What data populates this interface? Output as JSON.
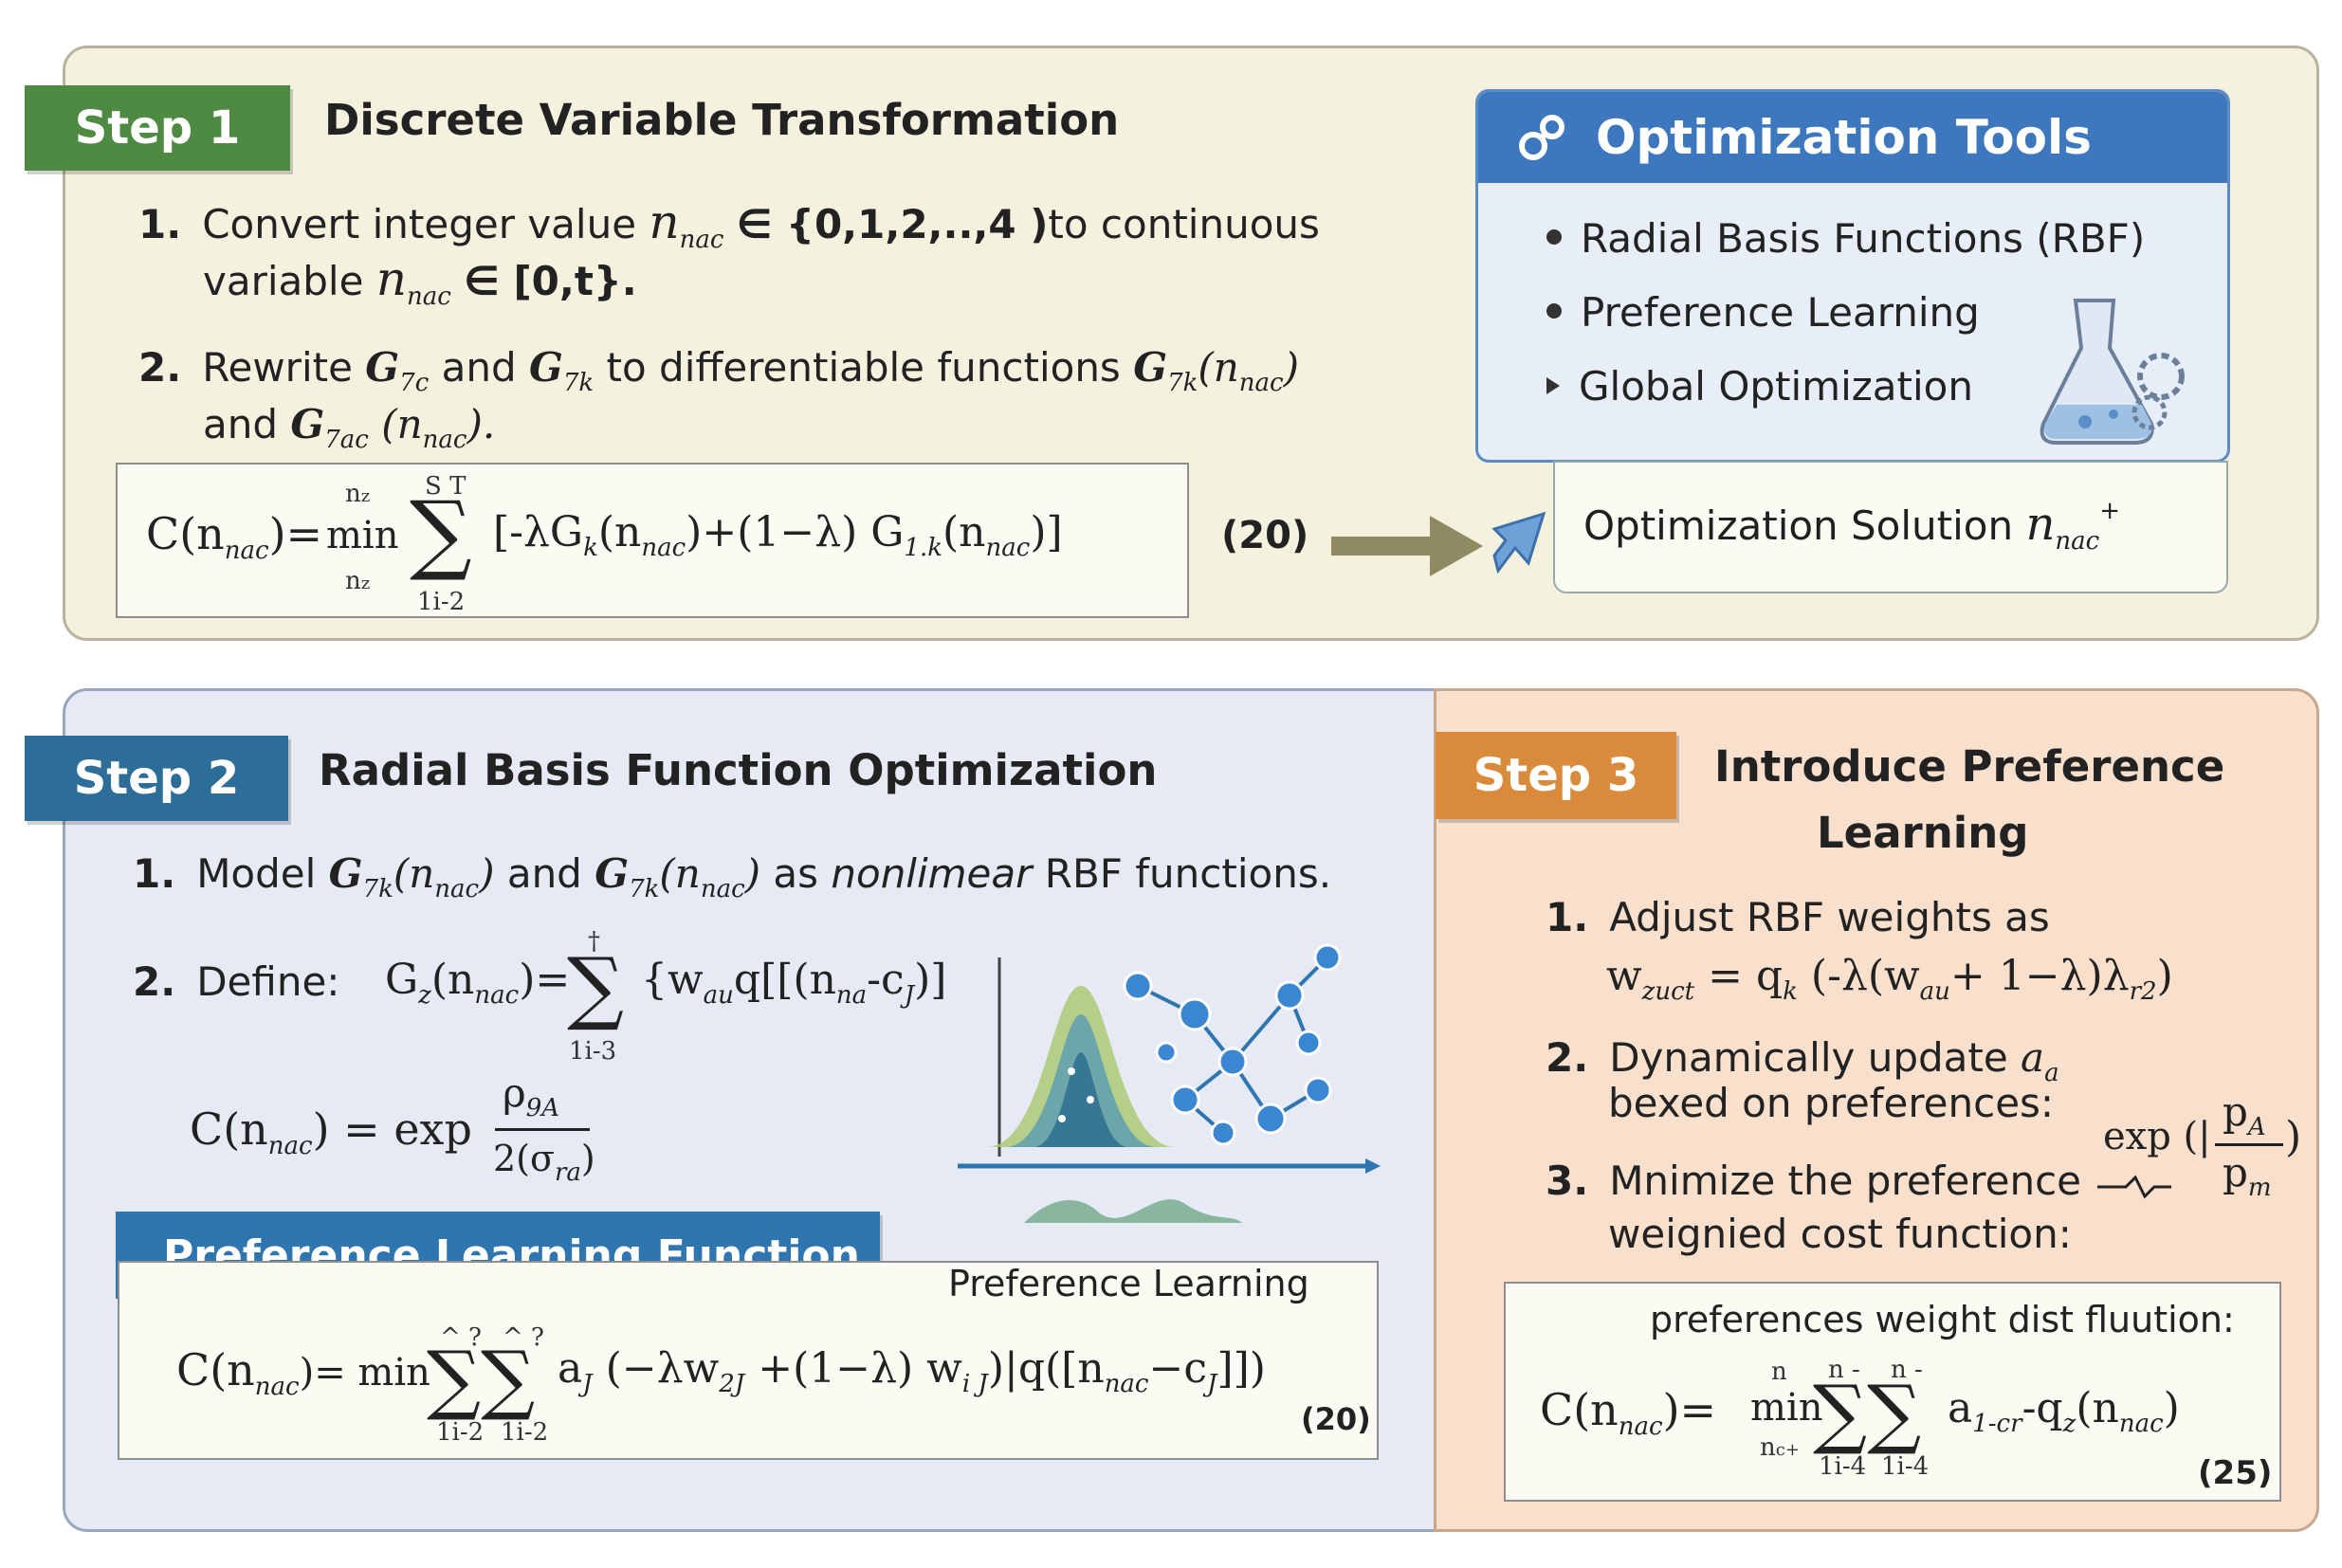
{
  "step1": {
    "tab": "Step 1",
    "title": "Discrete Variable Transformation",
    "item1_num": "1.",
    "item1_text_a": "Convert integer value",
    "item1_var": "n",
    "item1_sub": "nac",
    "item1_set": "∈ {0,1,2,..,4 )",
    "item1_text_b": "to continuous",
    "item1_line2_a": "variable",
    "item1_line2_set": "∈ [0,t}.",
    "item2_num": "2.",
    "item2_text_a": "Rewrite",
    "item2_G1": "G",
    "item2_G1_sub": "7c",
    "item2_and": "and",
    "item2_G2": "G",
    "item2_G2_sub": "7k",
    "item2_text_b": "to differentiable functions",
    "item2_G3": "G",
    "item2_G3_sub": "7k",
    "item2_arg": "(n",
    "item2_arg_sub": "nac",
    "item2_arg_close": ")",
    "item2_line2_a": "and",
    "item2_G4": "G",
    "item2_G4_sub": "7ac",
    "item2_line2_arg": "(n",
    "item2_line2_arg_sub": "nac",
    "item2_line2_close": ").",
    "eq_lhs": "C(n",
    "eq_lhs_sub": "nac",
    "eq_lhs_close": ")=",
    "eq_min": "min",
    "eq_min_sup": "n",
    "eq_min_sup_sub": "z",
    "eq_min_sub": "n",
    "eq_min_sub_sub": "z",
    "eq_sum_top": "S T",
    "eq_sum_bottom": "1i-2",
    "eq_body": "[-λG",
    "eq_body_sub1": "k",
    "eq_body_2": "(n",
    "eq_body_sub2": "nac",
    "eq_body_3": ")+(1−λ) G",
    "eq_body_sub3": "1.k",
    "eq_body_4": "(n",
    "eq_body_sub4": "nac",
    "eq_body_5": ")]",
    "eq_num": "(20)"
  },
  "tools": {
    "title": "Optimization Tools",
    "items": [
      "Radial Basis Functions (RBF)",
      "Preference Learning",
      "Global Optimization"
    ],
    "solution_text": "Optimization Solution",
    "solution_var": "n",
    "solution_sub": "nac",
    "solution_sup": "+"
  },
  "step2": {
    "tab": "Step 2",
    "title": "Radial Basis Function Optimization",
    "item1_num": "1.",
    "item1_text_a": "Model",
    "item1_G1": "G",
    "item1_G1_sub": "7k",
    "item1_arg1": "(n",
    "item1_arg1_sub": "nac",
    "item1_arg1_close": ")",
    "item1_and": "and",
    "item1_G2": "G",
    "item1_G2_sub": "7k",
    "item1_arg2": "(n",
    "item1_arg2_sub": "nac",
    "item1_arg2_close": ")",
    "item1_as": "as",
    "item1_italic": "nonlimear",
    "item1_text_b": "RBF functions.",
    "item2_num": "2.",
    "item2_text": "Define:",
    "def_lhs": "G",
    "def_lhs_sub": "z",
    "def_lhs_arg": "(n",
    "def_lhs_arg_sub": "nac",
    "def_lhs_close": ")=",
    "def_sum_top": "†",
    "def_sum_bottom": "1i-3",
    "def_body": "{w",
    "def_body_sub": "au",
    "def_body_2": "q[[(n",
    "def_body_sub2": "na",
    "def_body_3": "-c",
    "def_body_sub3": "J",
    "def_body_4": ")]",
    "c_lhs": "C(n",
    "c_lhs_sub": "nac",
    "c_lhs_close": ") = exp",
    "c_num": "ρ",
    "c_num_sub": "9A",
    "c_den": "2(σ",
    "c_den_sub": "ra",
    "c_den_close": ")",
    "pref_box": "Preference Learning Function",
    "pref_label": "Preference Learning",
    "eq_lhs": "C(n",
    "eq_lhs_sub": "nac",
    "eq_lhs_close": ")= min",
    "eq_sum_top1": "^ ?",
    "eq_sum_top2": "^ ?",
    "eq_sum_bot1": "1i-2",
    "eq_sum_bot2": "1i-2",
    "eq_body": "a",
    "eq_body_sub": "J",
    "eq_body_2": "(−λw",
    "eq_body_sub2": "2J",
    "eq_body_3": "+(1−λ) w",
    "eq_body_sub3": "i J",
    "eq_body_4": ")|q([n",
    "eq_body_sub4": "nac",
    "eq_body_5": "−c",
    "eq_body_sub5": "J",
    "eq_body_6": "]])",
    "eq_num": "(20)"
  },
  "step3": {
    "tab": "Step 3",
    "title_line1": "Introduce Preference",
    "title_line2": "Learning",
    "item1_num": "1.",
    "item1_text": "Adjust RBF weights as",
    "item1_eq_lhs": "w",
    "item1_eq_lhs_sub": "zuct",
    "item1_eq_mid": "= q",
    "item1_eq_mid_sub": "k",
    "item1_eq_body": "(-λ(w",
    "item1_eq_body_sub": "au",
    "item1_eq_body_2": "+ 1−λ)λ",
    "item1_eq_body_sub2": "r2",
    "item1_eq_close": ")",
    "item2_num": "2.",
    "item2_text_a": "Dynamically update",
    "item2_var": "a",
    "item2_var_sub": "a",
    "item2_line2": "bexed on preferences:",
    "item3_num": "3.",
    "item3_text_a": "Mnimize the preference",
    "item3_line2": "weignied cost function:",
    "exp_text": "exp (|",
    "exp_num": "p",
    "exp_num_sub": "A",
    "exp_den": "p",
    "exp_den_sub": "m",
    "exp_close": ")",
    "box_label": "preferences weight dist fluution:",
    "eq_lhs": "C(n",
    "eq_lhs_sub": "nac",
    "eq_lhs_close": ")=",
    "eq_min": "min",
    "eq_min_sup": "n",
    "eq_min_sub": "n",
    "eq_min_sub_sub": "c+",
    "eq_sum_top1": "n -",
    "eq_sum_top2": "n -",
    "eq_sum_bot1": "1i-4",
    "eq_sum_bot2": "1i-4",
    "eq_body": "a",
    "eq_body_sub": "1-cr",
    "eq_body_2": "-q",
    "eq_body_sub2": "z",
    "eq_body_3": "(n",
    "eq_body_sub3": "nac",
    "eq_body_4": ")",
    "eq_num": "(25)"
  },
  "colors": {
    "step1": "#4f8a43",
    "step2": "#2d6e99",
    "step3": "#d98a3a",
    "tools": "#3d78bf"
  },
  "icons": [
    "gear-link-icon",
    "flask-gears-icon",
    "arrow-right-icon",
    "cursor-icon",
    "rbf-bell-curve-icon",
    "network-nodes-icon"
  ]
}
